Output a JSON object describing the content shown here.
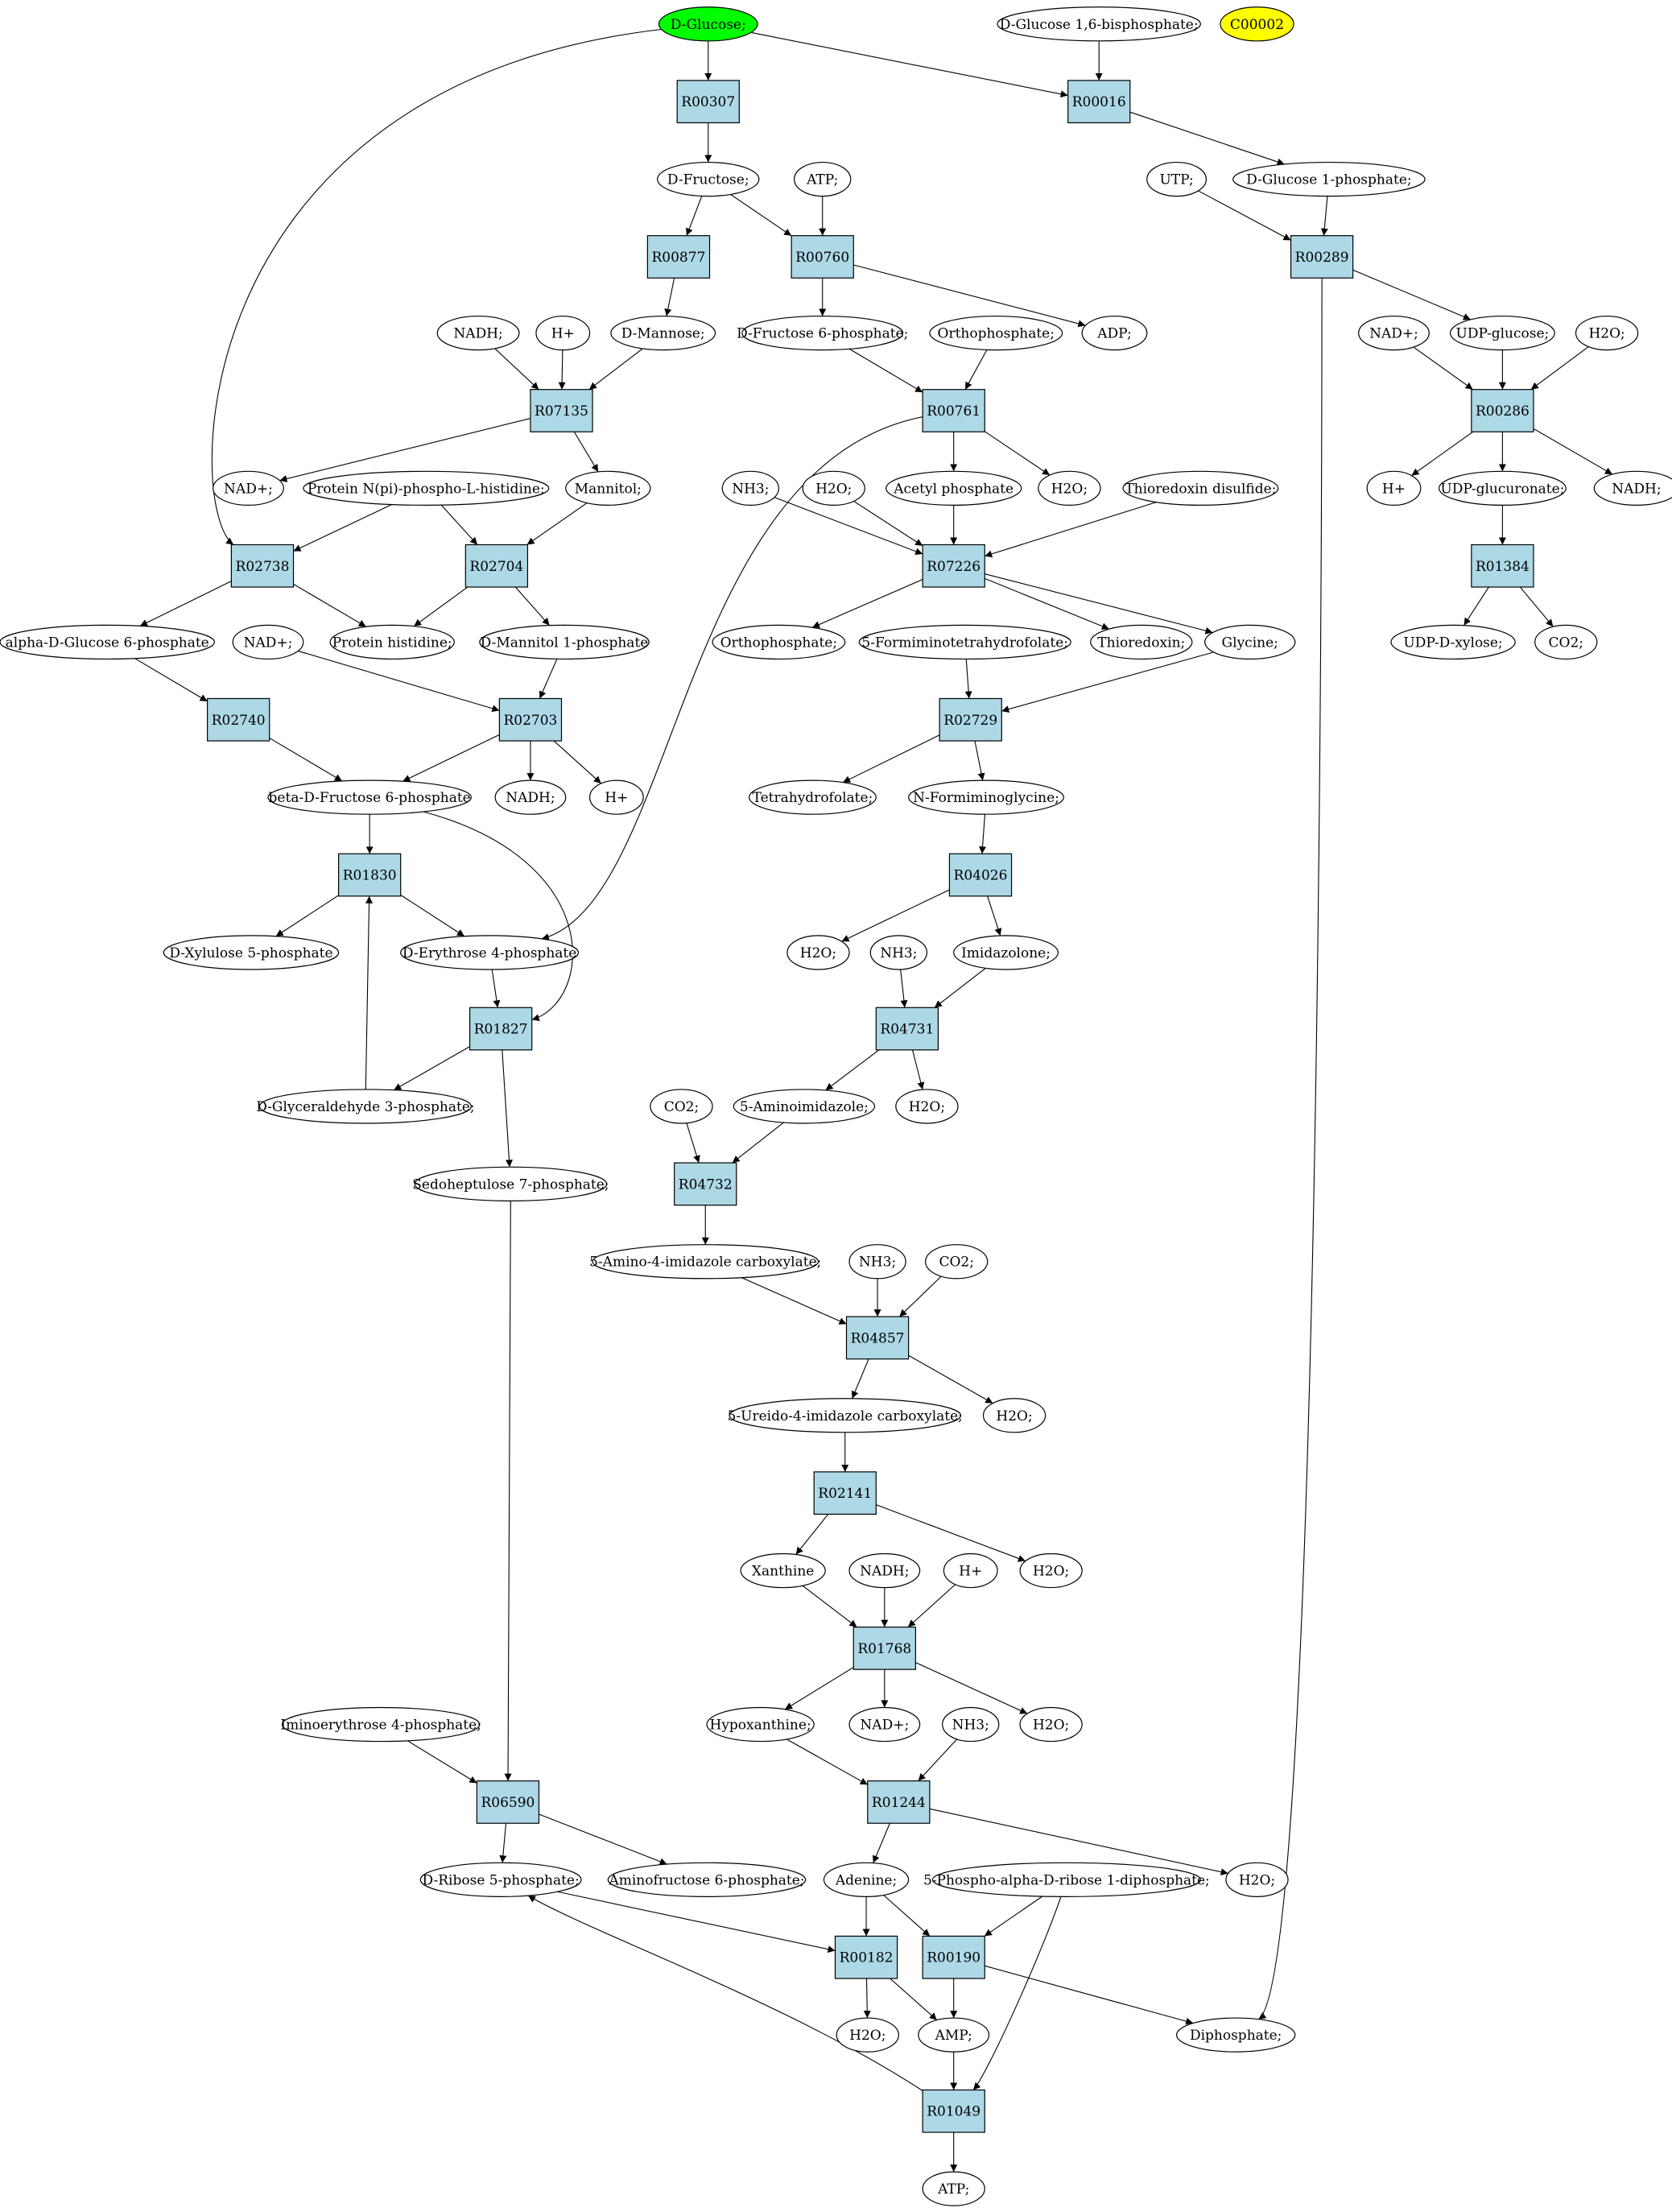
{
  "colors": {
    "reaction_fill": "#add8e6",
    "compound_fill": "#ffffff",
    "highlight_start": "#00ff00",
    "highlight_query": "#ffff00",
    "stroke": "#000000"
  },
  "compounds": {
    "glc": "D-Glucose;",
    "glc16bp": "D-Glucose 1,6-bisphosphate;",
    "c00002": "C00002",
    "fru": "D-Fructose;",
    "atp1": "ATP;",
    "utp": "UTP;",
    "g1p": "D-Glucose 1-phosphate;",
    "nadh1": "NADH;",
    "hplus1": "H+",
    "man": "D-Mannose;",
    "f6p": "D-Fructose 6-phosphate;",
    "pi1": "Orthophosphate;",
    "adp": "ADP;",
    "nadp1": "NAD+;",
    "udpglc": "UDP-glucose;",
    "h2o1": "H2O;",
    "nadp2": "NAD+;",
    "prothisp": "Protein N(pi)-phospho-L-histidine;",
    "mannitol": "Mannitol;",
    "nh3_1": "NH3;",
    "h2o2": "H2O;",
    "acp": "Acetyl phosphate",
    "h2o3": "H2O;",
    "trxss": "Thioredoxin disulfide;",
    "hplus2": "H+",
    "udpglcur": "UDP-glucuronate;",
    "nadh2": "NADH;",
    "ag6p": "alpha-D-Glucose 6-phosphate",
    "prothis": "Protein histidine;",
    "m1p": "D-Mannitol 1-phosphate",
    "nadp3": "NAD+;",
    "pi2": "Orthophosphate;",
    "fthf": "5-Formiminotetrahydrofolate;",
    "trx": "Thioredoxin;",
    "gly": "Glycine;",
    "udpxyl": "UDP-D-xylose;",
    "co2_1": "CO2;",
    "bf6p": "beta-D-Fructose 6-phosphate",
    "nadh3": "NADH;",
    "hplus3": "H+",
    "thf": "Tetrahydrofolate;",
    "fgly": "N-Formiminoglycine;",
    "xu5p": "D-Xylulose 5-phosphate",
    "e4p": "D-Erythrose 4-phosphate",
    "h2o4": "H2O;",
    "nh3_2": "NH3;",
    "imz": "Imidazolone;",
    "ga3p": "D-Glyceraldehyde 3-phosphate;",
    "co2_2": "CO2;",
    "aimz": "5-Aminoimidazole;",
    "h2o5": "H2O;",
    "s7p": "Sedoheptulose 7-phosphate;",
    "aica": "5-Amino-4-imidazole carboxylate;",
    "nh3_3": "NH3;",
    "co2_3": "CO2;",
    "uic": "5-Ureido-4-imidazole carboxylate;",
    "h2o6": "H2O;",
    "xan": "Xanthine",
    "nadh4": "NADH;",
    "hplus4": "H+",
    "h2o7": "H2O;",
    "ie4p": "Iminoerythrose 4-phosphate;",
    "hyp": "Hypoxanthine;",
    "nadp4": "NAD+;",
    "nh3_4": "NH3;",
    "h2o8": "H2O;",
    "r5p": "D-Ribose 5-phosphate;",
    "af6p": "Aminofructose 6-phosphate;",
    "ade": "Adenine;",
    "prpp": "5-Phospho-alpha-D-ribose 1-diphosphate;",
    "h2o9": "H2O;",
    "h2o10": "H2O;",
    "amp": "AMP;",
    "ppi": "Diphosphate;",
    "atp2": "ATP;"
  },
  "reactions": {
    "R00307": "R00307",
    "R00016": "R00016",
    "R00877": "R00877",
    "R00760": "R00760",
    "R00289": "R00289",
    "R07135": "R07135",
    "R00761": "R00761",
    "R00286": "R00286",
    "R02738": "R02738",
    "R02704": "R02704",
    "R07226": "R07226",
    "R01384": "R01384",
    "R02740": "R02740",
    "R02703": "R02703",
    "R02729": "R02729",
    "R01830": "R01830",
    "R04026": "R04026",
    "R01827": "R01827",
    "R04731": "R04731",
    "R04732": "R04732",
    "R04857": "R04857",
    "R02141": "R02141",
    "R01768": "R01768",
    "R06590": "R06590",
    "R01244": "R01244",
    "R00182": "R00182",
    "R00190": "R00190",
    "R01049": "R01049"
  },
  "edges": [
    [
      "glc",
      "R00307"
    ],
    [
      "glc",
      "R00016"
    ],
    [
      "glc",
      "R02738"
    ],
    [
      "glc16bp",
      "R00016"
    ],
    [
      "R00307",
      "fru"
    ],
    [
      "R00016",
      "g1p"
    ],
    [
      "fru",
      "R00877"
    ],
    [
      "fru",
      "R00760"
    ],
    [
      "atp1",
      "R00760"
    ],
    [
      "utp",
      "R00289"
    ],
    [
      "g1p",
      "R00289"
    ],
    [
      "R00877",
      "man"
    ],
    [
      "R00760",
      "f6p"
    ],
    [
      "R00760",
      "adp"
    ],
    [
      "R00289",
      "udpglc"
    ],
    [
      "R00289",
      "ppi"
    ],
    [
      "nadh1",
      "R07135"
    ],
    [
      "hplus1",
      "R07135"
    ],
    [
      "man",
      "R07135"
    ],
    [
      "f6p",
      "R00761"
    ],
    [
      "pi1",
      "R00761"
    ],
    [
      "nadp1",
      "R00286"
    ],
    [
      "udpglc",
      "R00286"
    ],
    [
      "h2o1",
      "R00286"
    ],
    [
      "R07135",
      "nadp2"
    ],
    [
      "R07135",
      "mannitol"
    ],
    [
      "R00761",
      "acp"
    ],
    [
      "R00761",
      "h2o3"
    ],
    [
      "R00761",
      "e4p"
    ],
    [
      "R00286",
      "hplus2"
    ],
    [
      "R00286",
      "udpglcur"
    ],
    [
      "R00286",
      "nadh2"
    ],
    [
      "prothisp",
      "R02738"
    ],
    [
      "prothisp",
      "R02704"
    ],
    [
      "mannitol",
      "R02704"
    ],
    [
      "nh3_1",
      "R07226"
    ],
    [
      "h2o2",
      "R07226"
    ],
    [
      "acp",
      "R07226"
    ],
    [
      "trxss",
      "R07226"
    ],
    [
      "udpglcur",
      "R01384"
    ],
    [
      "R02738",
      "ag6p"
    ],
    [
      "R02738",
      "prothis"
    ],
    [
      "R02704",
      "prothis"
    ],
    [
      "R02704",
      "m1p"
    ],
    [
      "R07226",
      "pi2"
    ],
    [
      "R07226",
      "trx"
    ],
    [
      "R07226",
      "gly"
    ],
    [
      "R01384",
      "udpxyl"
    ],
    [
      "R01384",
      "co2_1"
    ],
    [
      "ag6p",
      "R02740"
    ],
    [
      "nadp3",
      "R02703"
    ],
    [
      "m1p",
      "R02703"
    ],
    [
      "fthf",
      "R02729"
    ],
    [
      "gly",
      "R02729"
    ],
    [
      "R02740",
      "bf6p"
    ],
    [
      "R02703",
      "bf6p"
    ],
    [
      "R02703",
      "nadh3"
    ],
    [
      "R02703",
      "hplus3"
    ],
    [
      "R02729",
      "thf"
    ],
    [
      "R02729",
      "fgly"
    ],
    [
      "bf6p",
      "R01830"
    ],
    [
      "bf6p",
      "R01827"
    ],
    [
      "fgly",
      "R04026"
    ],
    [
      "R01830",
      "xu5p"
    ],
    [
      "R01830",
      "e4p"
    ],
    [
      "R04026",
      "h2o4"
    ],
    [
      "R04026",
      "imz"
    ],
    [
      "e4p",
      "R01827"
    ],
    [
      "nh3_2",
      "R04731"
    ],
    [
      "imz",
      "R04731"
    ],
    [
      "R01827",
      "ga3p"
    ],
    [
      "R01827",
      "s7p"
    ],
    [
      "ga3p",
      "R01830"
    ],
    [
      "R04731",
      "aimz"
    ],
    [
      "R04731",
      "h2o5"
    ],
    [
      "co2_2",
      "R04732"
    ],
    [
      "aimz",
      "R04732"
    ],
    [
      "R04732",
      "aica"
    ],
    [
      "aica",
      "R04857"
    ],
    [
      "nh3_3",
      "R04857"
    ],
    [
      "co2_3",
      "R04857"
    ],
    [
      "R04857",
      "uic"
    ],
    [
      "R04857",
      "h2o6"
    ],
    [
      "uic",
      "R02141"
    ],
    [
      "R02141",
      "xan"
    ],
    [
      "R02141",
      "h2o7"
    ],
    [
      "xan",
      "R01768"
    ],
    [
      "nadh4",
      "R01768"
    ],
    [
      "hplus4",
      "R01768"
    ],
    [
      "R01768",
      "hyp"
    ],
    [
      "R01768",
      "nadp4"
    ],
    [
      "R01768",
      "h2o8"
    ],
    [
      "s7p",
      "R06590"
    ],
    [
      "ie4p",
      "R06590"
    ],
    [
      "hyp",
      "R01244"
    ],
    [
      "nh3_4",
      "R01244"
    ],
    [
      "R06590",
      "r5p"
    ],
    [
      "R06590",
      "af6p"
    ],
    [
      "R01244",
      "ade"
    ],
    [
      "R01244",
      "h2o9"
    ],
    [
      "r5p",
      "R00182"
    ],
    [
      "ade",
      "R00182"
    ],
    [
      "ade",
      "R00190"
    ],
    [
      "prpp",
      "R00190"
    ],
    [
      "prpp",
      "R01049"
    ],
    [
      "R00182",
      "h2o10"
    ],
    [
      "R00182",
      "amp"
    ],
    [
      "R00190",
      "amp"
    ],
    [
      "R00190",
      "ppi"
    ],
    [
      "amp",
      "R01049"
    ],
    [
      "R01049",
      "atp2"
    ],
    [
      "R01049",
      "r5p"
    ]
  ]
}
